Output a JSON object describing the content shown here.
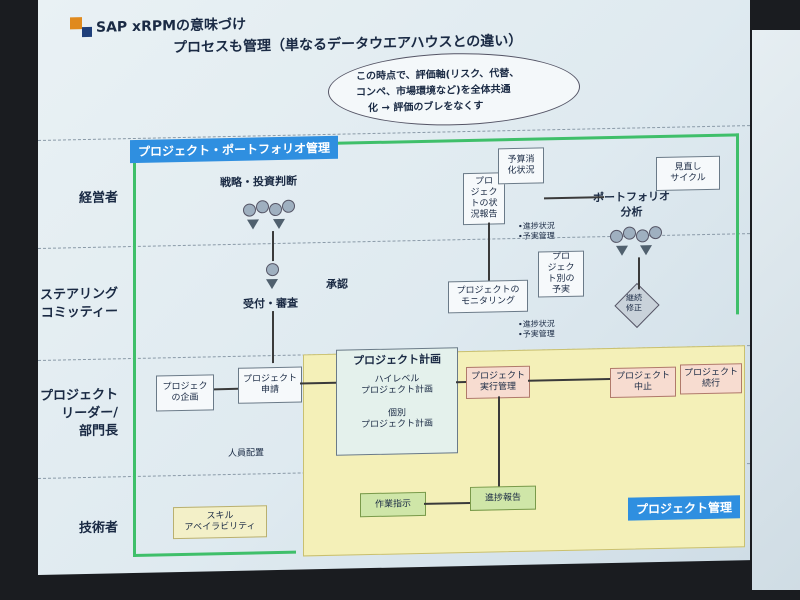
{
  "slide": {
    "header_line1": "SAP xRPMの意味づけ",
    "header_line2": "プロセスも管理（単なるデータウエアハウスとの違い）",
    "callout": [
      "この時点で、評価軸(リスク、代替、",
      "コンペ、市場環境など)を全体共通",
      "化 → 評価のブレをなくす"
    ],
    "portfolio_tag": "プロジェクト・ポートフォリオ管理",
    "project_tag": "プロジェクト管理",
    "rows": {
      "executive": "経営者",
      "steering": [
        "ステアリング",
        "コミッティー"
      ],
      "pm": [
        "プロジェクト",
        "リーダー/",
        "部門長"
      ],
      "engineer": "技術者"
    },
    "labels": {
      "strategy": "戦略・投資判断",
      "intake": "受付・審査",
      "approval": "承認",
      "plan_title": "プロジェクト計画",
      "high_level": [
        "ハイレベル",
        "プロジェクト計画"
      ],
      "individual": [
        "個別",
        "プロジェクト計画"
      ],
      "project_plan_idea": [
        "プロジェク",
        "の企画"
      ],
      "project_apply": [
        "プロジェクト",
        "申請"
      ],
      "staffing": "人員配置",
      "skill": [
        "スキル",
        "アベイラビリティ"
      ],
      "work_instr": "作業指示",
      "progress_report": "進捗報告",
      "exec_mgmt": [
        "プロジェクト",
        "実行管理"
      ],
      "monitoring": [
        "プロジェクトの",
        "モニタリング"
      ],
      "progress_bullets1": [
        "•進捗状況",
        "•予実管理"
      ],
      "progress_bullets2": [
        "•進捗状況",
        "•予実管理"
      ],
      "status_report": [
        "プロ",
        "ジェク",
        "トの状",
        "況報告"
      ],
      "budget_status": [
        "予算消",
        "化状況"
      ],
      "per_project": [
        "プロ",
        "ジェク",
        "ト別の",
        "予実"
      ],
      "portfolio_analysis": [
        "ポートフォリオ",
        "分析"
      ],
      "review_cycle": [
        "見直し",
        "サイクル"
      ],
      "judge": [
        "継続",
        "修正"
      ],
      "stop": [
        "プロジェクト",
        "中止"
      ],
      "continue": [
        "プロジェクト",
        "続行"
      ]
    }
  }
}
